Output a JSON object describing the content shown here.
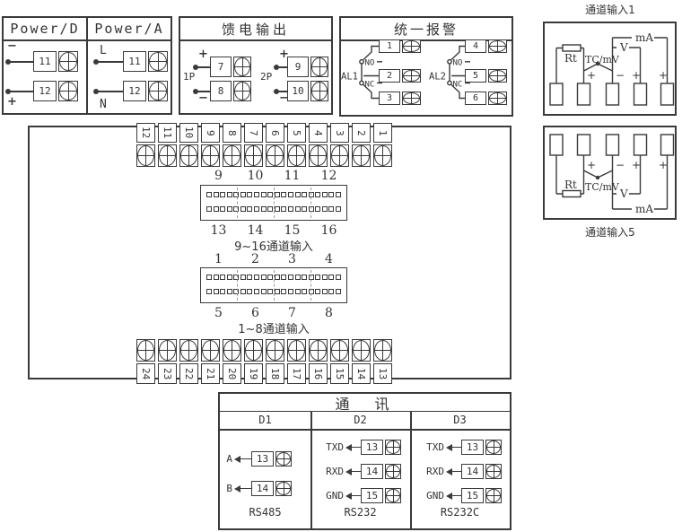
{
  "colors": {
    "line": "#3a3a3a",
    "background": "#ffffff"
  },
  "power_d": {
    "title": "Power/D",
    "rows": [
      {
        "sign": "−",
        "terminal": "11"
      },
      {
        "sign": "+",
        "terminal": "12"
      }
    ]
  },
  "power_a": {
    "title": "Power/A",
    "rows": [
      {
        "sign": "L",
        "terminal": "11"
      },
      {
        "sign": "N",
        "terminal": "12"
      }
    ]
  },
  "feed": {
    "title": "馈电输出",
    "groups": [
      {
        "label": "1P",
        "rows": [
          {
            "sign": "+",
            "terminal": "7"
          },
          {
            "sign": "−",
            "terminal": "8"
          }
        ]
      },
      {
        "label": "2P",
        "rows": [
          {
            "sign": "+",
            "terminal": "9"
          },
          {
            "sign": "−",
            "terminal": "10"
          }
        ]
      }
    ]
  },
  "alarm": {
    "title": "统一报警",
    "groups": [
      {
        "label": "AL1",
        "no_label": "NO",
        "nc_label": "NC",
        "terminals": [
          "1",
          "2",
          "3"
        ]
      },
      {
        "label": "AL2",
        "no_label": "NO",
        "nc_label": "NC",
        "terminals": [
          "4",
          "5",
          "6"
        ]
      }
    ]
  },
  "channel1": {
    "caption": "通道输入1",
    "rt": "Rt",
    "tc": "TC/mV",
    "v": "V",
    "ma": "mA",
    "signs": [
      "+",
      "−",
      "+",
      "+"
    ]
  },
  "channel5": {
    "caption": "通道输入5",
    "rt": "Rt",
    "tc": "TC/mV",
    "v": "V",
    "ma": "mA",
    "signs": [
      "+",
      "−",
      "+",
      "+"
    ]
  },
  "center": {
    "top_strip": [
      "12",
      "11",
      "10",
      "9",
      "8",
      "7",
      "6",
      "5",
      "4",
      "3",
      "2",
      "1"
    ],
    "bottom_strip": [
      "24",
      "23",
      "22",
      "21",
      "20",
      "19",
      "18",
      "17",
      "16",
      "15",
      "14",
      "13"
    ],
    "connector_upper": {
      "top_labels": [
        "9",
        "10",
        "11",
        "12"
      ],
      "bottom_labels": [
        "13",
        "14",
        "15",
        "16"
      ],
      "caption": "9~16通道输入"
    },
    "connector_lower": {
      "top_labels": [
        "1",
        "2",
        "3",
        "4"
      ],
      "bottom_labels": [
        "5",
        "6",
        "7",
        "8"
      ],
      "caption": "1~8通道输入"
    }
  },
  "comm": {
    "title": "通　讯",
    "columns": [
      {
        "header": "D1",
        "standard": "RS485",
        "rows": [
          {
            "signal": "A",
            "terminal": "13"
          },
          {
            "signal": "B",
            "terminal": "14"
          }
        ]
      },
      {
        "header": "D2",
        "standard": "RS232",
        "rows": [
          {
            "signal": "TXD",
            "terminal": "13"
          },
          {
            "signal": "RXD",
            "terminal": "14"
          },
          {
            "signal": "GND",
            "terminal": "15"
          }
        ]
      },
      {
        "header": "D3",
        "standard": "RS232C",
        "rows": [
          {
            "signal": "TXD",
            "terminal": "13"
          },
          {
            "signal": "RXD",
            "terminal": "14"
          },
          {
            "signal": "GND",
            "terminal": "15"
          }
        ]
      }
    ]
  }
}
